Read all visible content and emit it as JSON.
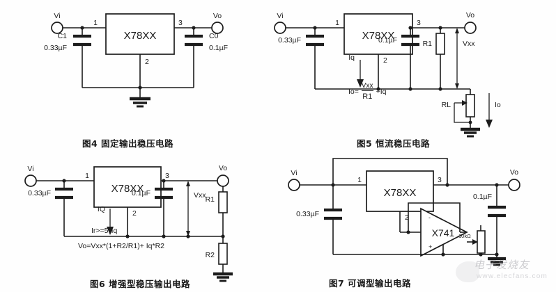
{
  "document": {
    "type": "electronics-schematic-sheet",
    "background_color": "#fefefe",
    "ink_color": "#1c1c1c",
    "watermark": {
      "text": "电子发烧友",
      "url": "www.elecfans.com"
    }
  },
  "figures": [
    {
      "id": "fig4",
      "caption": "图4  固定输出稳压电路",
      "chip": "X78XX",
      "pins": {
        "in": "1",
        "gnd": "2",
        "out": "3"
      },
      "terminals": {
        "input": "Vi",
        "output": "Vo"
      },
      "components": [
        {
          "name": "C1",
          "value": "0.33µF",
          "type": "capacitor"
        },
        {
          "name": "C0",
          "value": "0.1µF",
          "type": "capacitor"
        }
      ]
    },
    {
      "id": "fig5",
      "caption": "图5  恒流稳压电路",
      "chip": "X78XX",
      "pins": {
        "in": "1",
        "gnd": "2",
        "out": "3"
      },
      "terminals": {
        "input": "Vi",
        "output": "Vo"
      },
      "components": [
        {
          "name": "",
          "value": "0.33µF",
          "type": "capacitor"
        },
        {
          "name": "",
          "value": "0.1µF",
          "type": "capacitor"
        },
        {
          "name": "R1",
          "value": "",
          "type": "resistor"
        },
        {
          "name": "RL",
          "value": "",
          "type": "potentiometer"
        }
      ],
      "labels": {
        "quiescent_current": "Iq",
        "voltage_across": "Vxx",
        "output_current": "Io"
      },
      "formula": {
        "lhs": "Io=",
        "numerator": "Vxx",
        "denominator": "R1",
        "tail": "+Iq"
      }
    },
    {
      "id": "fig6",
      "caption": "图6  增强型稳压输出电路",
      "chip": "X78XX",
      "pins": {
        "in": "1",
        "gnd": "2",
        "out": "3"
      },
      "terminals": {
        "input": "Vi",
        "output": "Vo"
      },
      "components": [
        {
          "name": "",
          "value": "0.33µF",
          "type": "capacitor"
        },
        {
          "name": "",
          "value": "0.1µF",
          "type": "capacitor"
        },
        {
          "name": "R1",
          "value": "",
          "type": "resistor"
        },
        {
          "name": "R2",
          "value": "",
          "type": "resistor"
        }
      ],
      "labels": {
        "quiescent_current": "IQ",
        "voltage_across": "Vxx"
      },
      "formulas": [
        "Ir>=5*Iq",
        "Vo=Vxx*(1+R2/R1)+ Iq*R2"
      ]
    },
    {
      "id": "fig7",
      "caption": "图7  可调型输出电路",
      "chip": "X78XX",
      "opamp": "X741",
      "pins": {
        "in": "1",
        "gnd": "2",
        "out": "3"
      },
      "terminals": {
        "input": "Vi",
        "output": "Vo"
      },
      "components": [
        {
          "name": "",
          "value": "0.33µF",
          "type": "capacitor"
        },
        {
          "name": "",
          "value": "0.1µF",
          "type": "capacitor"
        },
        {
          "name": "",
          "value": "10kΩ",
          "type": "potentiometer"
        }
      ],
      "opamp_pins": {
        "inverting": "-",
        "non_inverting": "+"
      }
    }
  ]
}
